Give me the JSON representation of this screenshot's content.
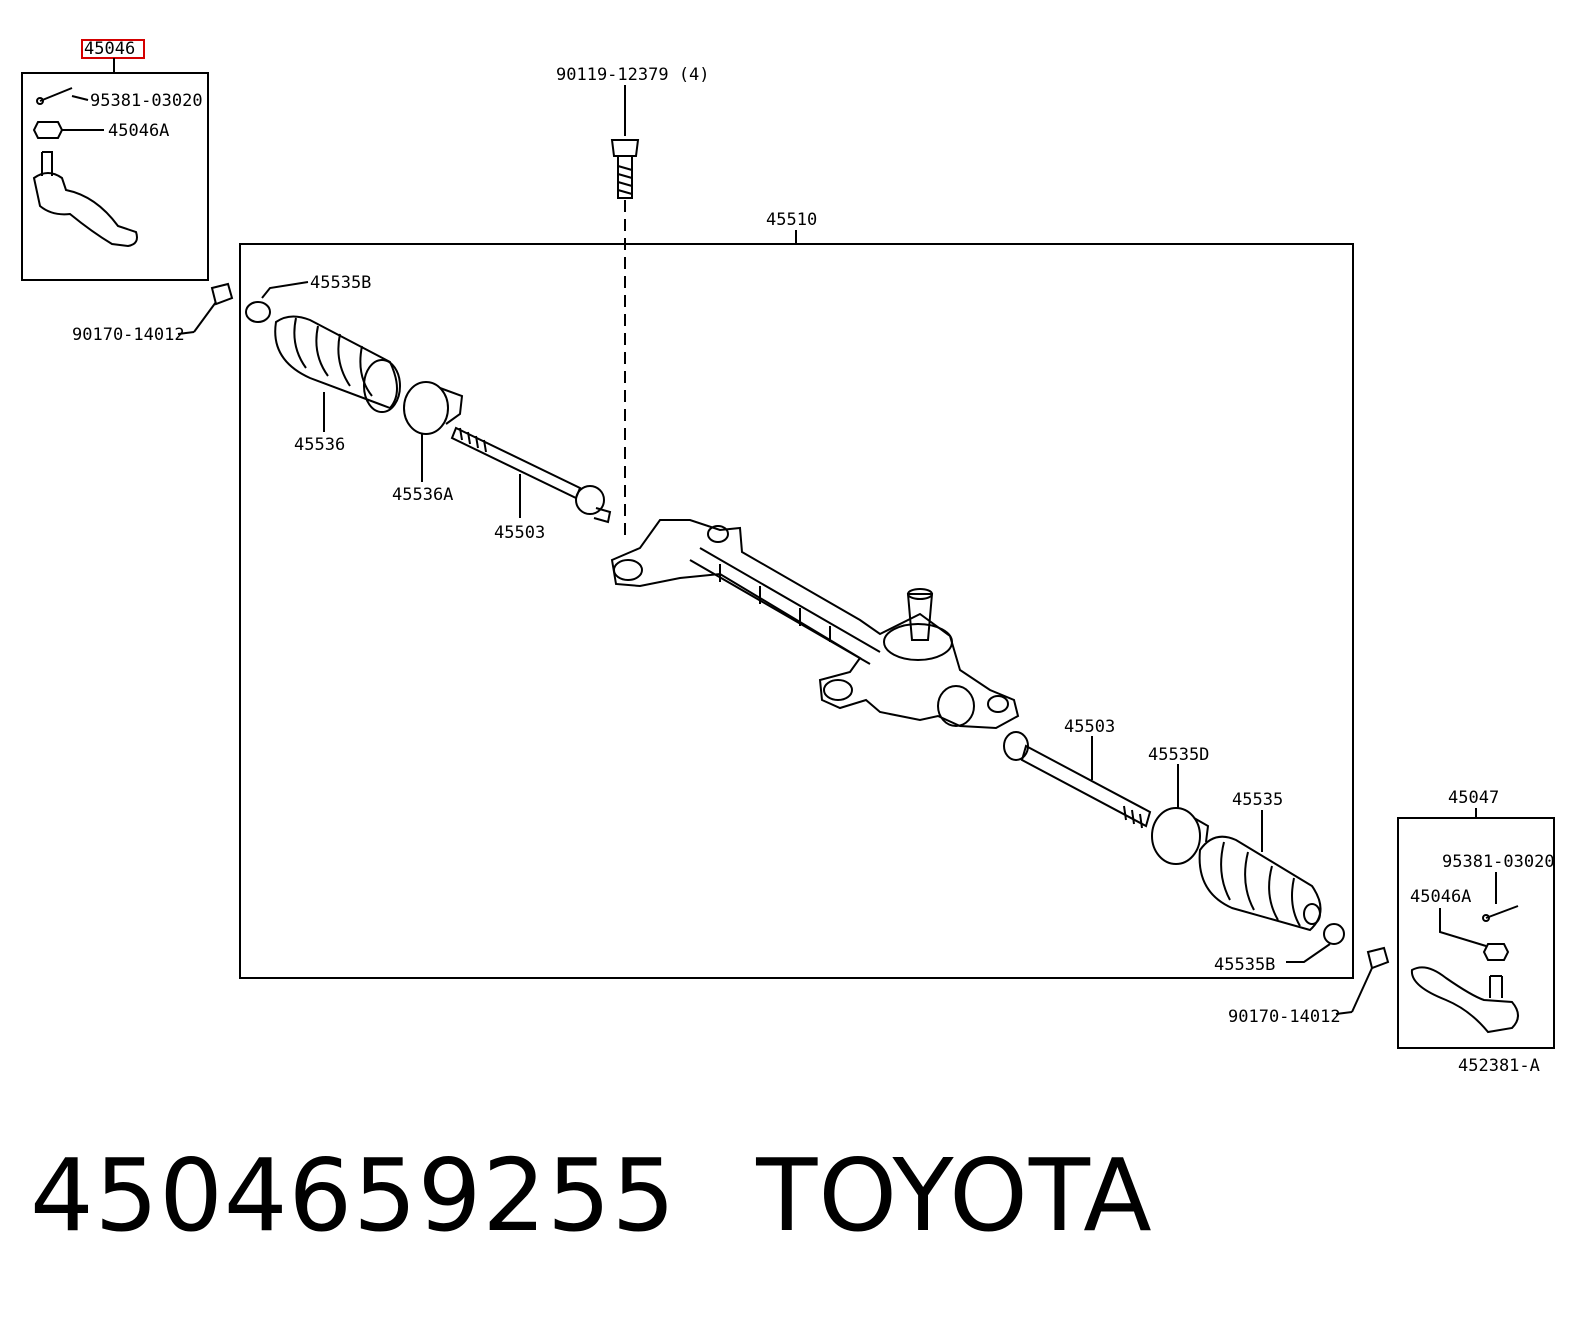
{
  "diagram": {
    "assembly_label": "45510",
    "left_end": {
      "part": "45046",
      "pin": "95381-03020",
      "nut": "45046A"
    },
    "right_end": {
      "part": "45047",
      "pin": "95381-03020",
      "nut": "45046A"
    },
    "bolt": "90119-12379 (4)",
    "bushing_left": "90170-14012",
    "bushing_right": "90170-14012",
    "clamp_left_outer": "45535B",
    "clamp_right_outer": "45535B",
    "boot_left": "45536",
    "boot_right": "45535",
    "clamp_left_inner": "45536A",
    "clamp_right_inner": "45535D",
    "tie_rod_left": "45503",
    "tie_rod_right": "45503",
    "figure_code": "452381-A",
    "highlight_color": "#d40000"
  },
  "caption": {
    "part_number": "4504659255",
    "brand": "TOYOTA"
  }
}
